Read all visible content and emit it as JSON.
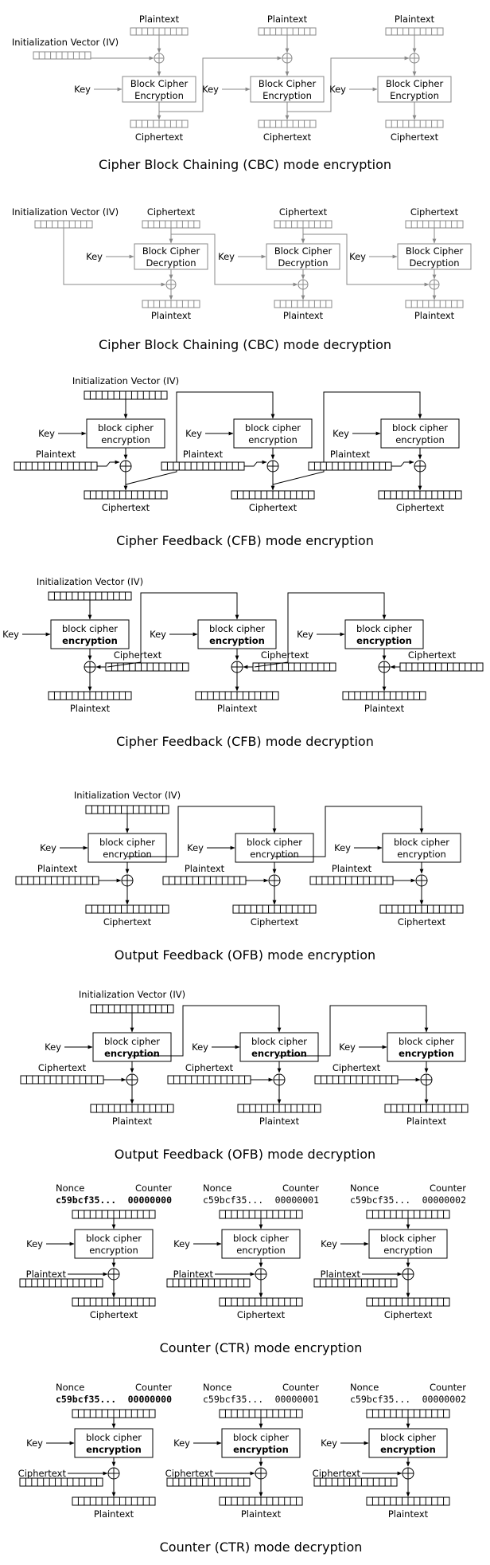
{
  "diagrams": [
    {
      "id": "cbc-enc",
      "caption": "Cipher Block Chaining (CBC) mode encryption",
      "iv_label": "Initialization Vector (IV)",
      "top_label": "Plaintext",
      "bottom_label": "Ciphertext",
      "key_label": "Key",
      "box_lines": [
        "Block Cipher",
        "Encryption"
      ],
      "stroke": "#888888"
    },
    {
      "id": "cbc-dec",
      "caption": "Cipher Block Chaining (CBC) mode decryption",
      "iv_label": "Initialization Vector (IV)",
      "top_label": "Ciphertext",
      "bottom_label": "Plaintext",
      "key_label": "Key",
      "box_lines": [
        "Block Cipher",
        "Decryption"
      ],
      "stroke": "#888888"
    },
    {
      "id": "cfb-enc",
      "caption": "Cipher Feedback (CFB) mode encryption",
      "iv_label": "Initialization Vector (IV)",
      "side_label": "Plaintext",
      "bottom_label": "Ciphertext",
      "key_label": "Key",
      "box_lines": [
        "block cipher",
        "encryption"
      ],
      "stroke": "#000000"
    },
    {
      "id": "cfb-dec",
      "caption": "Cipher Feedback (CFB) mode decryption",
      "iv_label": "Initialization Vector (IV)",
      "side_label": "Ciphertext",
      "bottom_label": "Plaintext",
      "key_label": "Key",
      "box_lines": [
        "block cipher",
        "encryption"
      ],
      "stroke": "#000000"
    },
    {
      "id": "ofb-enc",
      "caption": "Output Feedback (OFB) mode encryption",
      "iv_label": "Initialization Vector (IV)",
      "side_label": "Plaintext",
      "bottom_label": "Ciphertext",
      "key_label": "Key",
      "box_lines": [
        "block cipher",
        "encryption"
      ],
      "stroke": "#000000"
    },
    {
      "id": "ofb-dec",
      "caption": "Output Feedback (OFB) mode decryption",
      "iv_label": "Initialization Vector (IV)",
      "side_label": "Ciphertext",
      "bottom_label": "Plaintext",
      "key_label": "Key",
      "box_lines": [
        "block cipher",
        "encryption"
      ],
      "stroke": "#000000"
    },
    {
      "id": "ctr-enc",
      "caption": "Counter (CTR) mode encryption",
      "nonce_label": "Nonce",
      "counter_label": "Counter",
      "nonce_value": "c59bcf35...",
      "counter_values": [
        "00000000",
        "00000001",
        "00000002"
      ],
      "side_label": "Plaintext",
      "bottom_label": "Ciphertext",
      "key_label": "Key",
      "box_lines": [
        "block cipher",
        "encryption"
      ],
      "stroke": "#000000"
    },
    {
      "id": "ctr-dec",
      "caption": "Counter (CTR) mode decryption",
      "nonce_label": "Nonce",
      "counter_label": "Counter",
      "nonce_value": "c59bcf35...",
      "counter_values": [
        "00000000",
        "00000001",
        "00000002"
      ],
      "side_label": "Ciphertext",
      "bottom_label": "Plaintext",
      "key_label": "Key",
      "box_lines": [
        "block cipher",
        "encryption"
      ],
      "stroke": "#000000"
    }
  ]
}
